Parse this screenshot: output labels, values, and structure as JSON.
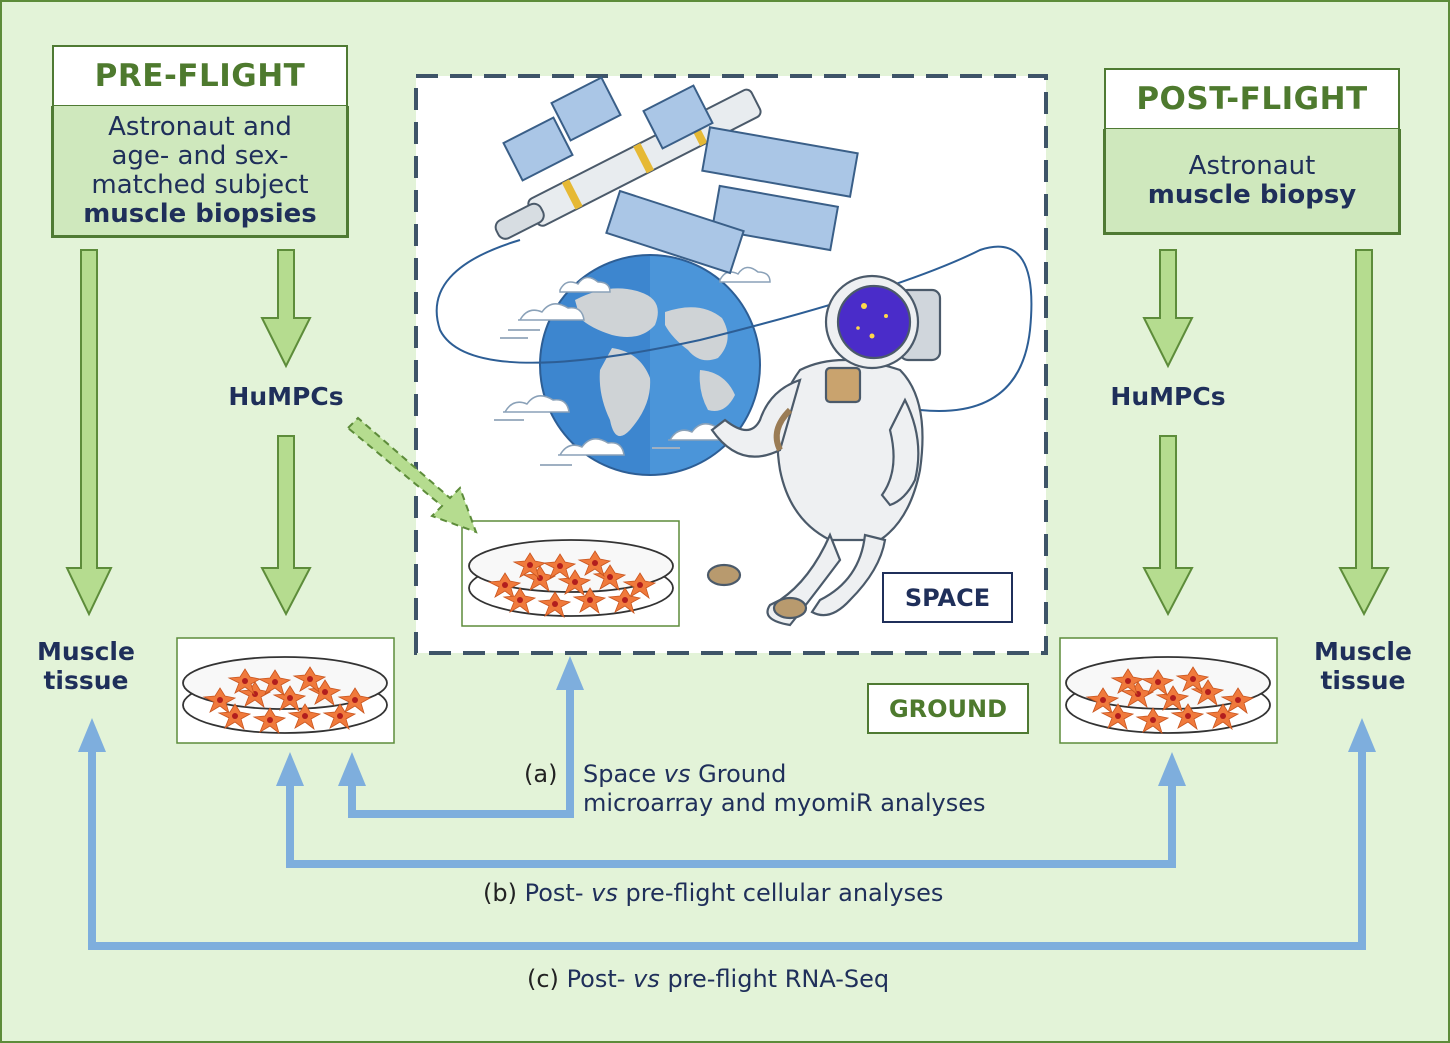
{
  "pre_flight": {
    "title": "PRE-FLIGHT",
    "desc_line1": "Astronaut and",
    "desc_line2": "age- and sex-",
    "desc_line3": "matched subject",
    "desc_bold": "muscle biopsies"
  },
  "post_flight": {
    "title": "POST-FLIGHT",
    "desc_line1": "Astronaut",
    "desc_bold": "muscle biopsy"
  },
  "labels": {
    "humpcs_left": "HuMPCs",
    "humpcs_right": "HuMPCs",
    "muscle_left_1": "Muscle",
    "muscle_left_2": "tissue",
    "muscle_right_1": "Muscle",
    "muscle_right_2": "tissue",
    "space": "SPACE",
    "ground": "GROUND"
  },
  "comparisons": {
    "a_letter": "(a)",
    "a_line1_pre": "Space",
    "a_line1_vs": "vs",
    "a_line1_post": "Ground",
    "a_line2": "microarray and myomiR analyses",
    "b_letter": "(b)",
    "b_pre": "Post-",
    "b_vs": "vs",
    "b_post": "pre-flight cellular analyses",
    "c_letter": "(c)",
    "c_pre": "Post-",
    "c_vs": "vs",
    "c_post": "pre-flight RNA-Seq"
  },
  "colors": {
    "background": "#e3f3d8",
    "green_arrow": "#b5dc8f",
    "green_border": "#5d8c3a",
    "blue_arrow": "#7eaedd",
    "navy_text": "#1f2f5a",
    "cell_orange": "#f07a3c"
  },
  "icons": {
    "space_station": "space-station-icon",
    "earth": "earth-icon",
    "astronaut": "astronaut-icon",
    "petri_dish": "petri-dish-icon"
  }
}
